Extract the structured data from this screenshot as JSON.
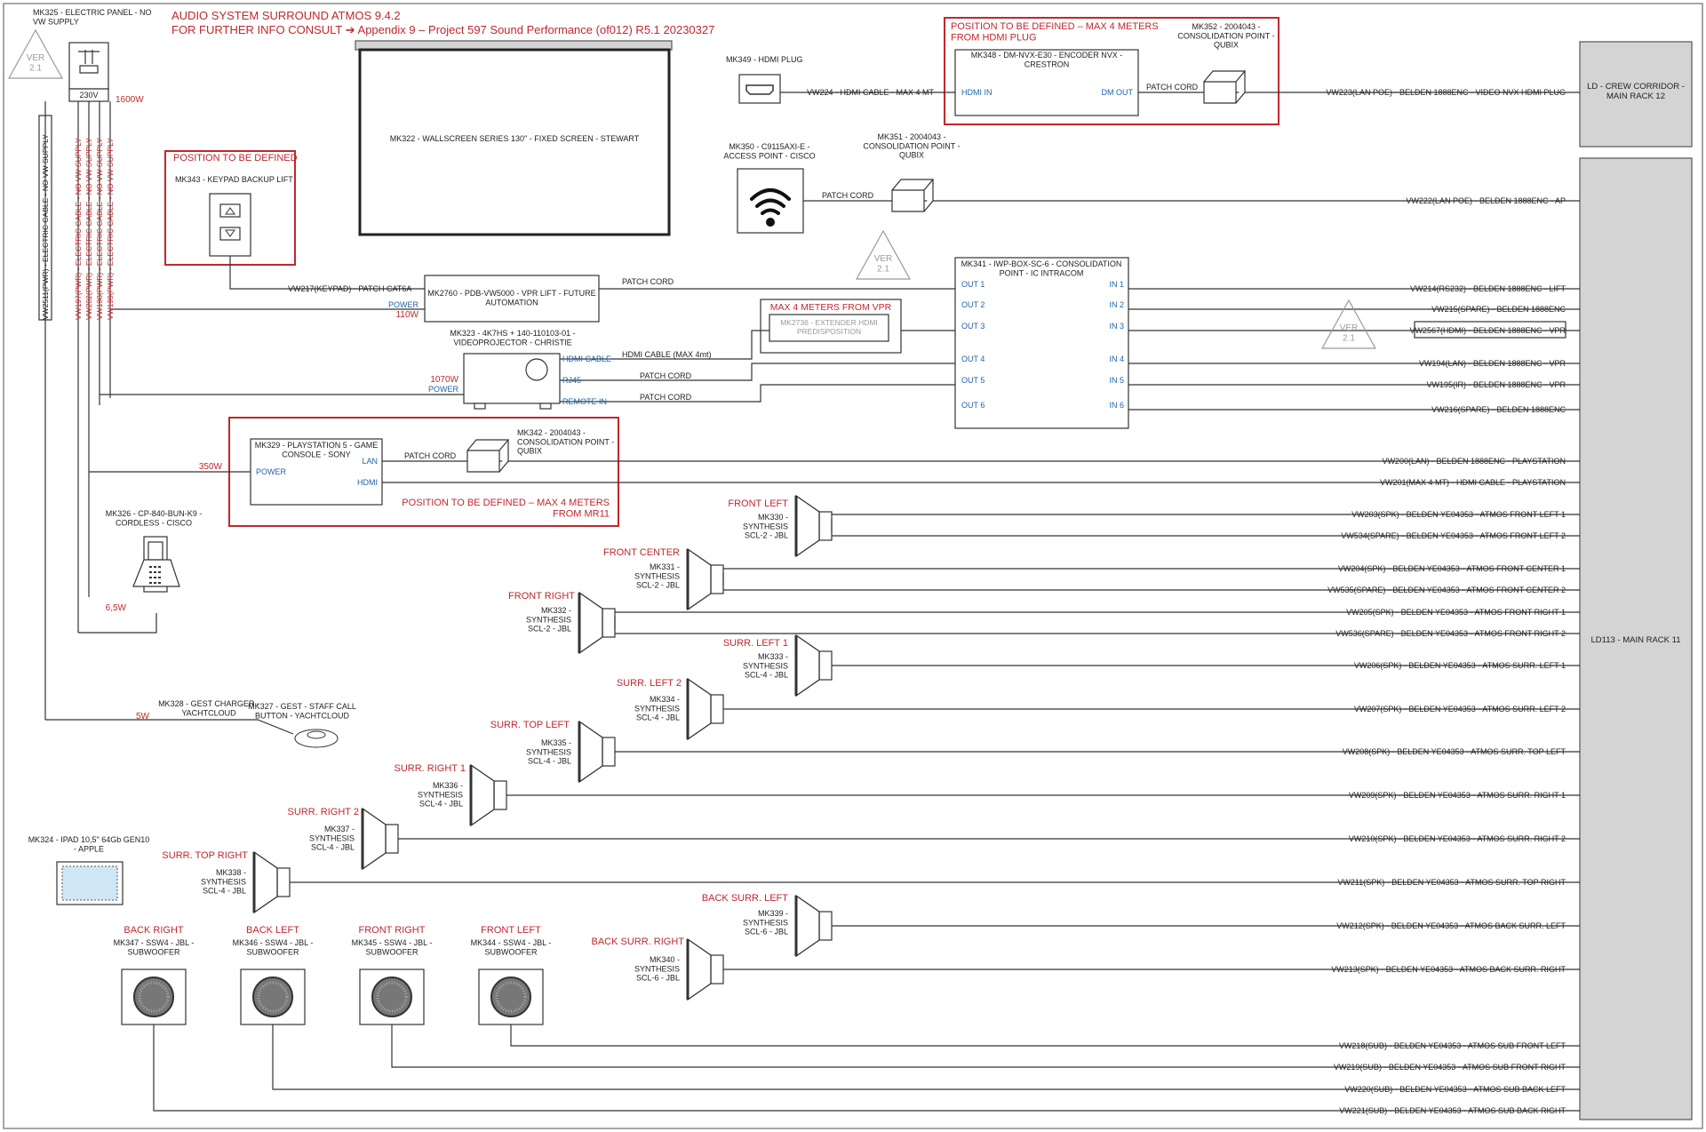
{
  "header": {
    "title": "AUDIO SYSTEM SURROUND ATMOS 9.4.2",
    "subtitle": "FOR FURTHER INFO CONSULT ➔  Appendix 9 – Project 597 Sound Performance (of012) R5.1 20230327"
  },
  "colors": {
    "red": "#c0282d",
    "blue": "#1f63a8",
    "rack": "#d4d4d4",
    "line": "#333333"
  },
  "ver_tag": "VER\n2.1",
  "racks": {
    "crew": "LD - CREW CORRIDOR -\nMAIN RACK 12",
    "main": "LD113 - MAIN RACK 11"
  },
  "electric_panel": {
    "label": "MK325 - ELECTRIC PANEL - NO\nVW SUPPLY",
    "voltage": "230V",
    "power": "1600W",
    "cables": [
      "VW2511(PWR) - ELECTRIC CABLE - NO VW SUPPLY",
      "VW197(PWR) - ELECTRIC CABLE - NO VW SUPPLY",
      "VW202(PWR) - ELECTRIC CABLE - NO VW SUPPLY",
      "VW198(PWR) - ELECTRIC CABLE - NO VW SUPPLY",
      "VW199(PWR) - ELECTRIC CABLE - NO VW SUPPLY"
    ]
  },
  "screen": {
    "label": "MK322 - WALLSCREEN SERIES 130\" - FIXED SCREEN - STEWART"
  },
  "keypad": {
    "note": "POSITION TO BE DEFINED",
    "label": "MK343 - KEYPAD BACKUP LIFT",
    "cable": "VW217(KEYPAD) - PATCH CAT6A"
  },
  "hdmi_plug": {
    "label": "MK349 - HDMI PLUG",
    "cable": "VW224 - HDMI CABLE - MAX 4 MT"
  },
  "encoder": {
    "note": "POSITION TO BE DEFINED – MAX 4 METERS\nFROM HDMI PLUG",
    "label": "MK348 - DM-NVX-E30 - ENCODER NVX -\nCRESTRON",
    "port_in": "HDMI IN",
    "port_out": "DM OUT",
    "patch": "PATCH CORD",
    "consol_label": "MK352 - 2004043 -\nCONSOLIDATION POINT -\nQUBIX",
    "cable_out": "VW223(LAN POE) - BELDEN 1888ENC - VIDEO NVX HDMI PLUG"
  },
  "access_point": {
    "label": "MK350 - C9115AXI-E -\nACCESS POINT - CISCO",
    "patch": "PATCH CORD",
    "consol_label": "MK351 - 2004043 -\nCONSOLIDATION POINT -\nQUBIX",
    "cable": "VW222(LAN POE) - BELDEN 1888ENC - AP"
  },
  "lift": {
    "label": "MK2760 - PDB-VW5000 - VPR LIFT - FUTURE\nAUTOMATION",
    "power_label": "POWER",
    "power": "110W",
    "patch": "PATCH CORD"
  },
  "extender": {
    "note": "MAX 4 METERS FROM VPR",
    "label": "MK2736 - EXTENDER HDMI\nPREDISPOSITION"
  },
  "consolidation_box": {
    "label": "MK341 - IWP-BOX-SC-6 - CONSOLIDATION\nPOINT - IC INTRACOM",
    "outs": [
      "OUT 1",
      "OUT 2",
      "OUT 3",
      "OUT 4",
      "OUT 5",
      "OUT 6"
    ],
    "ins": [
      "IN 1",
      "IN 2",
      "IN 3",
      "IN 4",
      "IN 5",
      "IN 6"
    ],
    "cables": [
      "VW214(RS232) - BELDEN 1888ENC - LIFT",
      "VW215(SPARE) - BELDEN 1888ENC",
      "VW2567(HDMI) - BELDEN 1888ENC - VPR",
      "VW194(LAN) - BELDEN 1888ENC - VPR",
      "VW195(IR) - BELDEN 1888ENC - VPR",
      "VW216(SPARE) - BELDEN 1888ENC"
    ]
  },
  "projector": {
    "label": "MK323 - 4K7HS + 140-110103-01 -\nVIDEOPROJECTOR - CHRISTIE",
    "power": "1070W",
    "power_label": "POWER",
    "ports": [
      "HDMI CABLE",
      "RJ45",
      "REMOTE IN"
    ],
    "links": [
      "HDMI CABLE (MAX 4mt)",
      "PATCH CORD",
      "PATCH CORD"
    ]
  },
  "playstation": {
    "label": "MK329 - PLAYSTATION 5 - GAME\nCONSOLE - SONY",
    "power_label": "POWER",
    "port_lan": "LAN",
    "port_hdmi": "HDMI",
    "power": "350W",
    "patch": "PATCH CORD",
    "consol_label": "MK342 - 2004043 -\nCONSOLIDATION POINT -\nQUBIX",
    "note": "POSITION TO BE DEFINED – MAX 4 METERS\nFROM MR11",
    "cable_lan": "VW200(LAN) - BELDEN 1888ENC - PLAYSTATION",
    "cable_hdmi": "VW201(MAX 4 MT) - HDMI CABLE - PLAYSTATION"
  },
  "cordless": {
    "label": "MK326 - CP-840-BUN-K9 -\nCORDLESS - CISCO",
    "power": "6,5W"
  },
  "charger": {
    "label": "MK328 - GEST CHARGER -\nYACHTCLOUD",
    "power": "5W",
    "button_label": "MK327 - GEST - STAFF CALL\nBUTTON - YACHTCLOUD"
  },
  "ipad": {
    "label": "MK324 - IPAD 10,5\" 64Gb GEN10\n- APPLE"
  },
  "speakers": [
    {
      "name": "FRONT LEFT",
      "label": "MK330 -\nSYNTHESIS\nSCL-2 - JBL",
      "cables": [
        "VW203(SPK) - BELDEN YE04353 - ATMOS FRONT LEFT 1",
        "VW534(SPARE) - BELDEN YE04353 - ATMOS FRONT LEFT 2"
      ]
    },
    {
      "name": "FRONT CENTER",
      "label": "MK331 -\nSYNTHESIS\nSCL-2 - JBL",
      "cables": [
        "VW204(SPK) - BELDEN YE04353 - ATMOS FRONT CENTER 1",
        "VW535(SPARE) - BELDEN YE04353 - ATMOS FRONT CENTER 2"
      ]
    },
    {
      "name": "FRONT RIGHT",
      "label": "MK332 -\nSYNTHESIS\nSCL-2 - JBL",
      "cables": [
        "VW205(SPK) - BELDEN YE04353 - ATMOS FRONT RIGHT 1",
        "VW536(SPARE) - BELDEN YE04353 - ATMOS FRONT RIGHT 2"
      ]
    },
    {
      "name": "SURR. LEFT 1",
      "label": "MK333 -\nSYNTHESIS\nSCL-4 - JBL",
      "cables": [
        "VW206(SPK) - BELDEN YE04353 - ATMOS SURR. LEFT 1"
      ]
    },
    {
      "name": "SURR. LEFT 2",
      "label": "MK334 -\nSYNTHESIS\nSCL-4 - JBL",
      "cables": [
        "VW207(SPK) - BELDEN YE04353 - ATMOS SURR. LEFT 2"
      ]
    },
    {
      "name": "SURR. TOP LEFT",
      "label": "MK335 -\nSYNTHESIS\nSCL-4 - JBL",
      "cables": [
        "VW208(SPK) - BELDEN YE04353 - ATMOS SURR. TOP LEFT"
      ]
    },
    {
      "name": "SURR. RIGHT 1",
      "label": "MK336 -\nSYNTHESIS\nSCL-4 - JBL",
      "cables": [
        "VW209(SPK) - BELDEN YE04353 - ATMOS SURR. RIGHT 1"
      ]
    },
    {
      "name": "SURR. RIGHT 2",
      "label": "MK337 -\nSYNTHESIS\nSCL-4 - JBL",
      "cables": [
        "VW210(SPK) - BELDEN YE04353 - ATMOS SURR. RIGHT 2"
      ]
    },
    {
      "name": "SURR. TOP RIGHT",
      "label": "MK338 -\nSYNTHESIS\nSCL-4 - JBL",
      "cables": [
        "VW211(SPK) - BELDEN YE04353 - ATMOS SURR. TOP RIGHT"
      ]
    },
    {
      "name": "BACK SURR. LEFT",
      "label": "MK339 -\nSYNTHESIS\nSCL-6 - JBL",
      "cables": [
        "VW212(SPK) - BELDEN YE04353 - ATMOS BACK SURR. LEFT"
      ]
    },
    {
      "name": "BACK SURR. RIGHT",
      "label": "MK340 -\nSYNTHESIS\nSCL-6 - JBL",
      "cables": [
        "VW213(SPK) - BELDEN YE04353 - ATMOS BACK SURR. RIGHT"
      ]
    }
  ],
  "subwoofers": [
    {
      "name": "BACK RIGHT",
      "label": "MK347 - SSW4 - JBL -\nSUBWOOFER",
      "cable": "VW221(SUB) - BELDEN YE04353 - ATMOS SUB BACK RIGHT"
    },
    {
      "name": "BACK LEFT",
      "label": "MK346 - SSW4 - JBL -\nSUBWOOFER",
      "cable": "VW220(SUB) - BELDEN YE04353 - ATMOS SUB BACK LEFT"
    },
    {
      "name": "FRONT RIGHT",
      "label": "MK345 - SSW4 - JBL -\nSUBWOOFER",
      "cable": "VW219(SUB) - BELDEN YE04353 - ATMOS SUB FRONT RIGHT"
    },
    {
      "name": "FRONT LEFT",
      "label": "MK344 - SSW4 - JBL -\nSUBWOOFER",
      "cable": "VW218(SUB) - BELDEN YE04353 - ATMOS SUB FRONT LEFT"
    }
  ]
}
